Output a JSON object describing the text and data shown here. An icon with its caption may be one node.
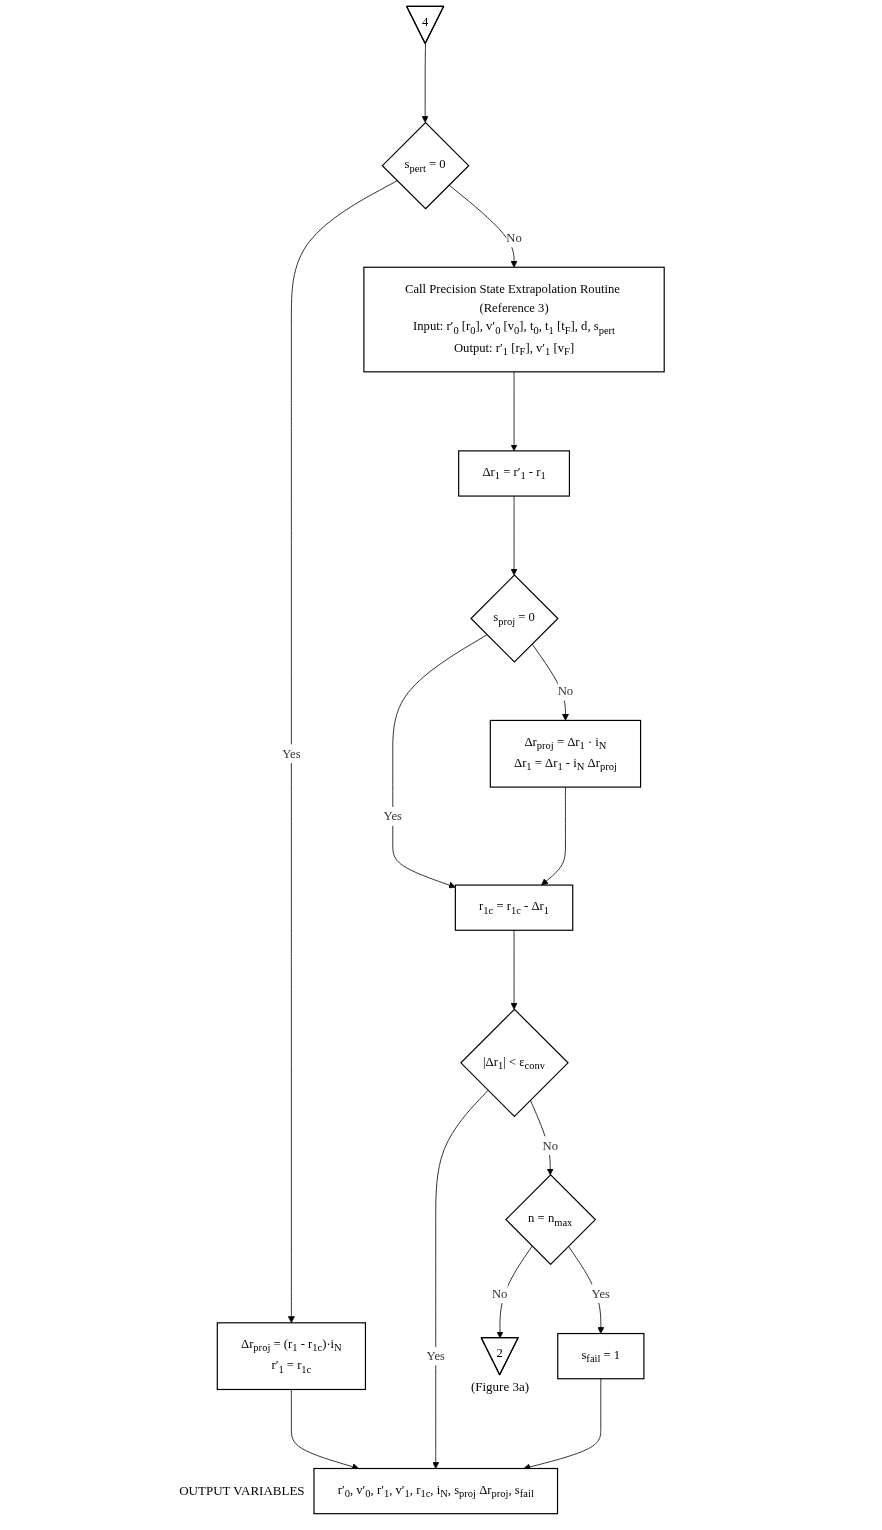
{
  "diagram": {
    "nodes": [
      {
        "text": [
          "4"
        ]
      },
      {
        "text": [
          "s$_{pert}$ = 0"
        ]
      },
      {
        "text": [
          "Call Precision State Extrapolation Routine (Reference 3)",
          "Input: r′$_{0}$ [r$_{0}$], v′$_{0}$ [v$_{0}$], t$_{0}$, t$_{1}$ [t$_{F}$], d, s$_{pert}$",
          "Output: r′$_{1}$ [r$_{F}$], v′$_{1}$ [v$_{F}$]"
        ]
      },
      {
        "text": [
          "Δr$_{proj}$ = (r$_{1}$ - r$_{1c}$)·i$_{N}$",
          "r′$_{1}$ = r$_{1c}$"
        ]
      },
      {
        "text": [
          "Δr$_{1}$ = r′$_{1}$ - r$_{1}$"
        ]
      },
      {
        "text": [
          "s$_{proj}$ = 0"
        ]
      },
      {
        "text": [
          "Δr$_{proj}$ = Δr$_{1}$ · i$_{N}$",
          "Δr$_{1}$ = Δr$_{1}$ - i$_{N}$ Δr$_{proj}$"
        ]
      },
      {
        "text": [
          "r$_{1c}$ = r$_{1c}$ - Δr$_{1}$"
        ]
      },
      {
        "text": [
          "|Δr$_{1}$| < ε$_{conv}$"
        ]
      },
      {
        "text": [
          "n = n$_{max}$"
        ]
      },
      {
        "text": [
          "s$_{fail}$ = 1"
        ]
      },
      {
        "text": [
          "2"
        ],
        "beside": [
          "(Figure 3a)"
        ]
      },
      {
        "text": [
          "r′$_{0}$, v′$_{0}$, r′$_{1}$, v′$_{1}$, r$_{1c}$, i$_{N}$, s$_{proj}$ Δr$_{proj}$, s$_{fail}$"
        ],
        "beside": [
          "OUTPUT VARIABLES"
        ]
      }
    ],
    "edges": [
      {
        "from": 0,
        "to": 1,
        "arrow": "to"
      },
      {
        "from": 1,
        "to": 3,
        "label": "Yes",
        "arrow": "to"
      },
      {
        "from": 1,
        "to": 2,
        "label": "No",
        "arrow": "to"
      },
      {
        "from": 2,
        "to": 4,
        "arrow": "to"
      },
      {
        "from": 4,
        "to": 5,
        "arrow": "to"
      },
      {
        "from": 5,
        "to": 6,
        "label": "No",
        "arrow": "to"
      },
      {
        "from": 5,
        "to": 7,
        "label": "Yes",
        "arrow": "to"
      },
      {
        "from": 6,
        "to": 7,
        "arrow": "to"
      },
      {
        "from": 3,
        "to": 12,
        "arrow": "to"
      },
      {
        "from": 7,
        "to": 8,
        "arrow": "to"
      },
      {
        "from": 8,
        "to": 12,
        "label": "Yes",
        "arrow": "to"
      },
      {
        "from": 8,
        "to": 9,
        "label": "No",
        "arrow": "to"
      },
      {
        "from": 9,
        "to": 11,
        "label": "No",
        "arrow": "to"
      },
      {
        "from": 9,
        "to": 10,
        "label": "Yes",
        "arrow": "to"
      },
      {
        "from": 10,
        "to": 12,
        "arrow": "to"
      }
    ]
  }
}
